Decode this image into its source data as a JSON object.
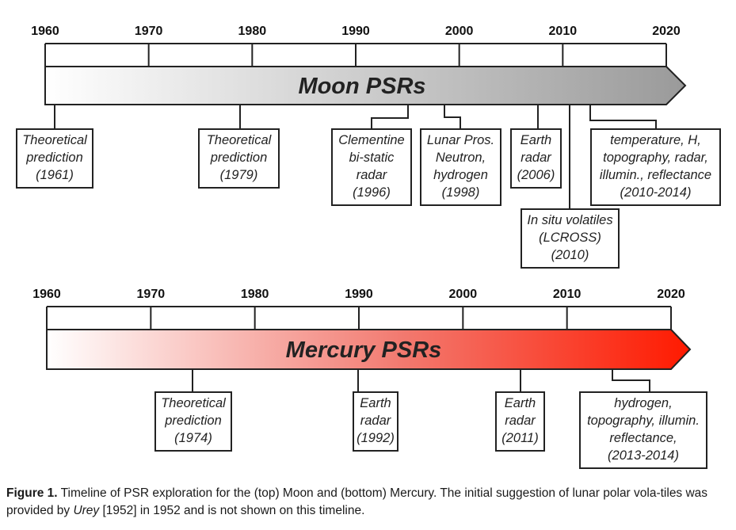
{
  "moon": {
    "title": "Moon PSRs",
    "years": [
      "1960",
      "1970",
      "1980",
      "1990",
      "2000",
      "2010",
      "2020"
    ],
    "events": [
      {
        "lines": [
          "Theoretical",
          "prediction",
          "(1961)"
        ]
      },
      {
        "lines": [
          "Theoretical",
          "prediction",
          "(1979)"
        ]
      },
      {
        "lines": [
          "Clementine",
          "bi-static",
          "radar",
          "(1996)"
        ]
      },
      {
        "lines": [
          "Lunar Pros.",
          "Neutron,",
          "hydrogen",
          "(1998)"
        ]
      },
      {
        "lines": [
          "Earth",
          "radar",
          "(2006)"
        ]
      },
      {
        "lines": [
          "In situ volatiles",
          "(LCROSS)",
          "(2010)"
        ]
      },
      {
        "lines": [
          "temperature, H,",
          "topography, radar,",
          "illumin., reflectance",
          "(2010-2014)"
        ]
      }
    ]
  },
  "mercury": {
    "title": "Mercury PSRs",
    "years": [
      "1960",
      "1970",
      "1980",
      "1990",
      "2000",
      "2010",
      "2020"
    ],
    "events": [
      {
        "lines": [
          "Theoretical",
          "prediction",
          "(1974)"
        ]
      },
      {
        "lines": [
          "Earth",
          "radar",
          "(1992)"
        ]
      },
      {
        "lines": [
          "Earth",
          "radar",
          "(2011)"
        ]
      },
      {
        "lines": [
          "hydrogen,",
          "topography, illumin.",
          "reflectance,",
          "(2013-2014)"
        ]
      }
    ]
  },
  "caption": {
    "label": "Figure 1.",
    "text_a": " Timeline of PSR exploration for the (top) Moon and (bottom) Mercury. The initial suggestion of lunar polar vola-tiles was provided by ",
    "author": "Urey",
    "text_b": " [1952] in 1952 and is not shown on this timeline."
  },
  "colors": {
    "moon_arrow_start": "#ffffff",
    "moon_arrow_end": "#9a9a9a",
    "mercury_arrow_start": "#ffffff",
    "mercury_arrow_end": "#ff1a00",
    "stroke": "#222222"
  }
}
